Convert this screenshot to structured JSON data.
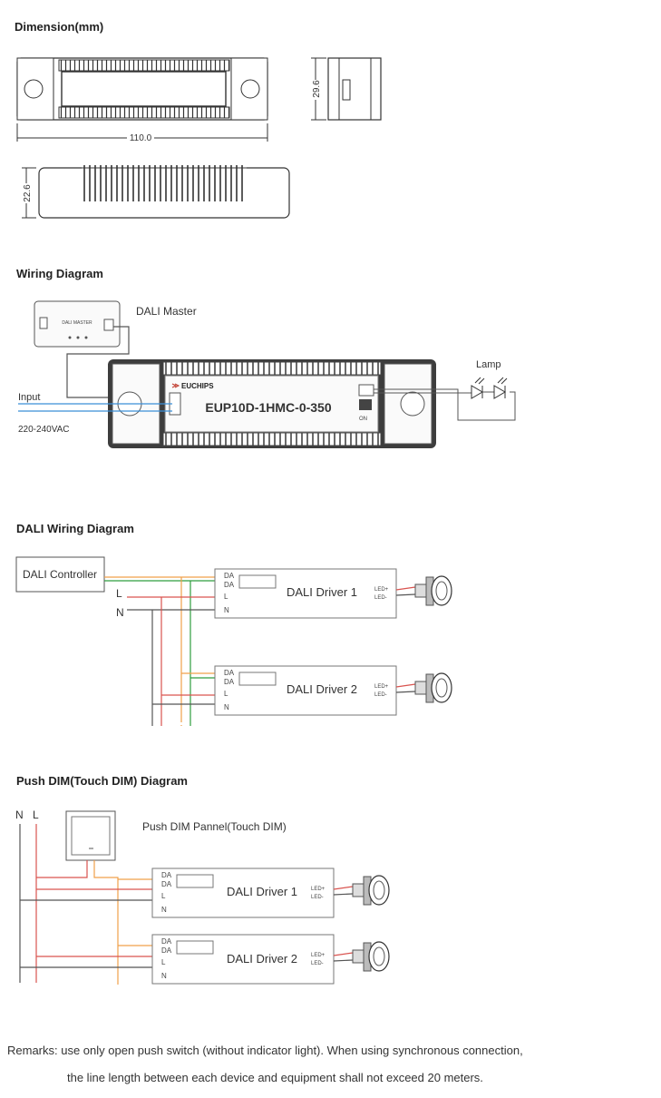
{
  "headings": {
    "dimension": "Dimension(mm)",
    "wiring": "Wiring Diagram",
    "dali_wiring": "DALI Wiring Diagram",
    "push_dim": "Push DIM(Touch DIM) Diagram"
  },
  "dimension": {
    "length": "110.0",
    "width": "29.6",
    "height": "22.6"
  },
  "wiring": {
    "master_label": "DALI Master",
    "master_panel_text": "DALI MASTER",
    "lamp_label": "Lamp",
    "input_label": "Input",
    "voltage_label": "220-240VAC",
    "brand": "EUCHIPS",
    "model": "EUP10D-1HMC-0-350",
    "on_label": "ON"
  },
  "dali": {
    "controller": "DALI Controller",
    "l_label": "L",
    "n_label": "N",
    "driver1": "DALI Driver 1",
    "driver2": "DALI Driver 2",
    "term_da": "DA",
    "term_l": "L",
    "term_n": "N",
    "led_plus": "LED+",
    "led_minus": "LED-"
  },
  "push": {
    "n_label": "N",
    "l_label": "L",
    "panel_label": "Push DIM Pannel(Touch DIM)",
    "driver1": "DALI Driver 1",
    "driver2": "DALI Driver 2"
  },
  "remarks": {
    "line1": "Remarks:  use only open push switch (without indicator light). When using synchronous connection,",
    "line2": "the line length between each device and equipment shall not exceed 20 meters."
  },
  "colors": {
    "green": "#2e9e3e",
    "orange": "#f0a04a",
    "red": "#d9534f",
    "blue": "#3a8fd8",
    "dark": "#555555"
  }
}
